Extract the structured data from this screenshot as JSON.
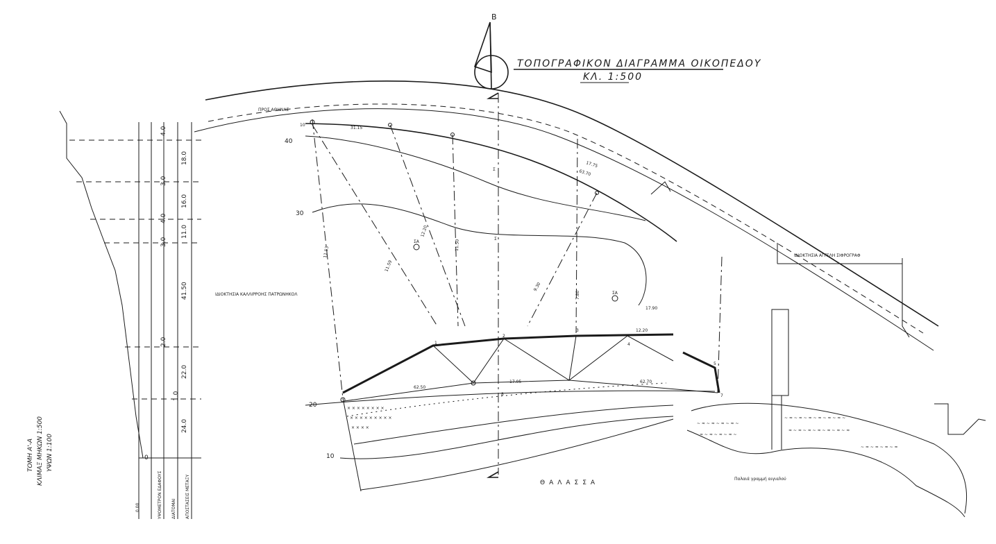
{
  "title": {
    "main": "ΤΟΠΟΓΡΑΦΙΚΟΝ ΔΙΑΓΡΑΜΜΑ ΟΙΚΟΠΕΔΟΥ",
    "scale": "ΚΛ. 1:500"
  },
  "north_letter": "B",
  "section": {
    "title": "ΤΟΜΗ Α'-Α",
    "scale_lengths": "ΚΛΙΜΑΞ ΜΗΚΩΝ 1:500",
    "scale_heights": "ΥΨΩΝ 1:100",
    "rows": [
      "ΥΨΟΜΕΤΡΟΝ ΕΔΑΦΟΥΣ",
      "ΔΙΑΤΟΜΑΙ",
      "ΑΠΟΣΤΑΣΕΙΣ ΜΕΤΑΞΥ"
    ],
    "datum": "0.00",
    "elevations": [
      "4.0",
      "3.0",
      "4.0",
      "3.0",
      "2.0",
      "1.0",
      "0"
    ],
    "distances": [
      "18.0",
      "16.0",
      "11.0",
      "41.50",
      "22.0",
      "24.0"
    ]
  },
  "contours": [
    "40",
    "30",
    "20",
    "10"
  ],
  "road_label": "ΠΡΟΣ ΑΘΗΝΑΣ",
  "neighbors": {
    "west": "ΙΔΙΟΚΤΗΣΙΑ ΚΑΛΛΙΡΡΟΗΣ ΠΑΤΡΩΝΗΚΟΛ",
    "east": "ΙΔΙΟΚΤΗΣΙΑ ΑΓΓΕΛΗ ΣΙΦΡΟΓΡΑΦ"
  },
  "sea_label": "ΘΑΛΑΣΣΑ",
  "legend_note": "Παλαιά γραμμή αιγιαλού",
  "station_labels": [
    "10",
    "Σ",
    "Σ",
    "1",
    "2",
    "3",
    "4",
    "5",
    "6",
    "7",
    "8"
  ],
  "building_labels": [
    "ΣΑ",
    "ΣΑ"
  ],
  "measurements": [
    "31.15",
    "17.75",
    "63.70",
    "11.53",
    "11.59",
    "12.20",
    "11.50",
    "9.30",
    "7.80",
    "17.90",
    "62.50",
    "62.70",
    "17.05",
    "12.20"
  ],
  "colors": {
    "ink": "#1a1a1a",
    "paper": "#ffffff"
  }
}
